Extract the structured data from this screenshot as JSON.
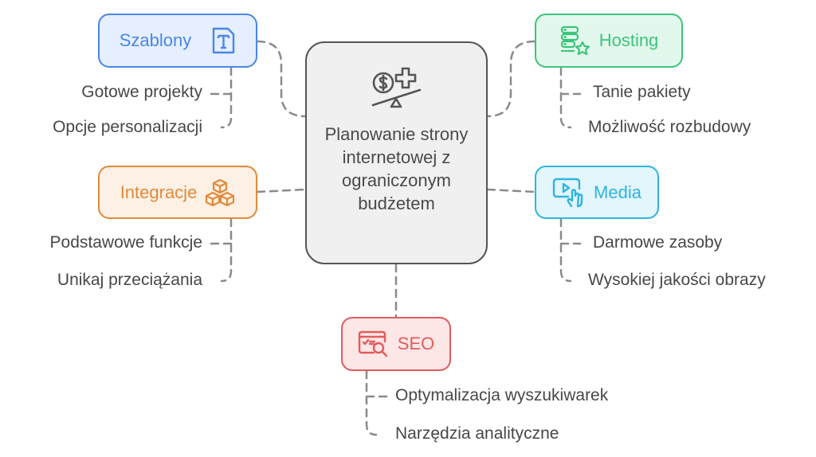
{
  "center": {
    "title": "Planowanie strony internetowej z ograniczonym budżetem",
    "icon": "budget-balance-icon"
  },
  "branches": [
    {
      "id": "szablony",
      "label": "Szablony",
      "icon": "template-text-icon",
      "color": "#4a86e8",
      "fill": "#e6efff",
      "items": [
        "Gotowe projekty",
        "Opcje personalizacji"
      ]
    },
    {
      "id": "hosting",
      "label": "Hosting",
      "icon": "server-star-icon",
      "color": "#3cc47c",
      "fill": "#e3f8ec",
      "items": [
        "Tanie pakiety",
        "Możliwość rozbudowy"
      ]
    },
    {
      "id": "integracje",
      "label": "Integracje",
      "icon": "blocks-icon",
      "color": "#e08a3a",
      "fill": "#fdf0e4",
      "items": [
        "Podstawowe funkcje",
        "Unikaj przeciążania"
      ]
    },
    {
      "id": "media",
      "label": "Media",
      "icon": "media-touch-icon",
      "color": "#2fb4e0",
      "fill": "#e2f6fc",
      "items": [
        "Darmowe zasoby",
        "Wysokiej jakości obrazy"
      ]
    },
    {
      "id": "seo",
      "label": "SEO",
      "icon": "seo-search-icon",
      "color": "#e25c5c",
      "fill": "#fde6e6",
      "items": [
        "Optymalizacja wyszukiwarek",
        "Narzędzia analityczne"
      ]
    }
  ]
}
